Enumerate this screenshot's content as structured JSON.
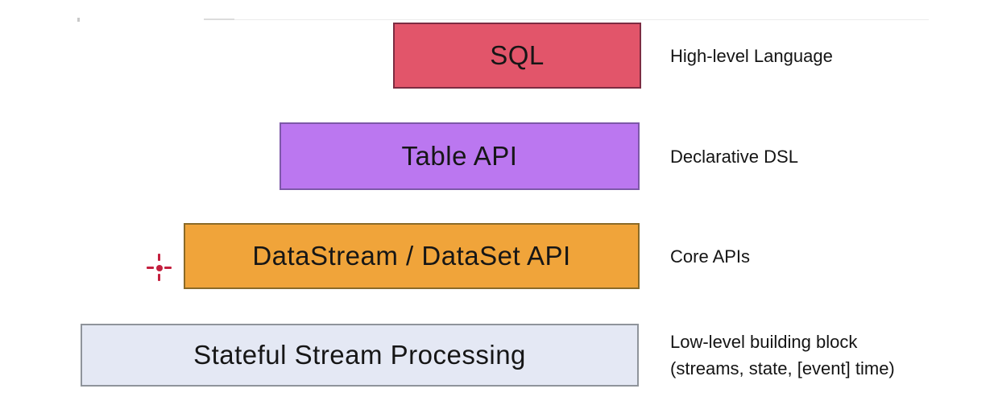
{
  "layers": [
    {
      "label": "SQL",
      "annotation_lines": [
        "High-level Language"
      ],
      "fill": "#e2556a",
      "border": "#7c2c42"
    },
    {
      "label": "Table API",
      "annotation_lines": [
        "Declarative DSL"
      ],
      "fill": "#bb77f0",
      "border": "#7d58a8"
    },
    {
      "label": "DataStream / DataSet API",
      "annotation_lines": [
        "Core APIs"
      ],
      "fill": "#f0a43a",
      "border": "#8a6a28"
    },
    {
      "label": "Stateful Stream Processing",
      "annotation_lines": [
        "Low-level building block",
        "(streams, state, [event] time)"
      ],
      "fill": "#e4e8f4",
      "border": "#8f949b"
    }
  ],
  "cursor_marker": {
    "icon": "crosshair-icon",
    "color": "#c4203f"
  }
}
